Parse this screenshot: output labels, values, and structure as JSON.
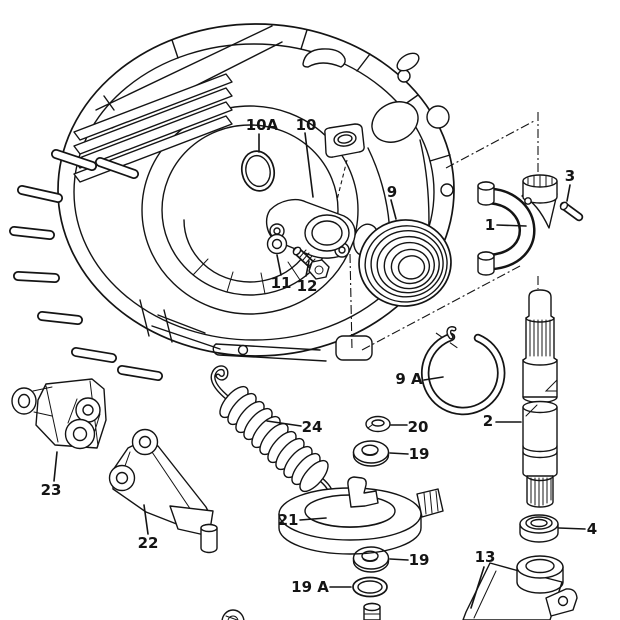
{
  "diagram": {
    "background": "#ffffff",
    "line_color": "#141414",
    "callouts": [
      {
        "text": "10A"
      },
      {
        "text": "10"
      },
      {
        "text": "9"
      },
      {
        "text": "3"
      },
      {
        "text": "1"
      },
      {
        "text": "11"
      },
      {
        "text": "12"
      },
      {
        "text": "9 A"
      },
      {
        "text": "2"
      },
      {
        "text": "24"
      },
      {
        "text": "20"
      },
      {
        "text": "19"
      },
      {
        "text": "23"
      },
      {
        "text": "22"
      },
      {
        "text": "21"
      },
      {
        "text": "19"
      },
      {
        "text": "19 A"
      },
      {
        "text": "4"
      },
      {
        "text": "13"
      }
    ]
  }
}
